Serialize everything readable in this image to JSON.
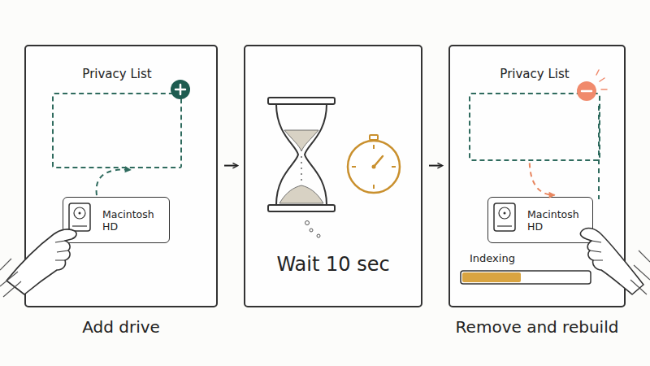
{
  "diagram": {
    "nodes": [
      {
        "text": [
          "Add drive"
        ]
      },
      {
        "text": [
          "Privacy List"
        ],
        "in": 0
      },
      {
        "text": [
          "Macintosh HD"
        ],
        "in": 0
      },
      {
        "text": [
          "Wait 10 sec"
        ]
      },
      {
        "text": [
          "Remove and rebuild"
        ]
      },
      {
        "text": [
          "Privacy List"
        ],
        "in": 4
      },
      {
        "text": [
          "Macintosh HD"
        ],
        "in": 4
      }
    ],
    "edges": [
      {
        "from": 0,
        "to": 3,
        "arrow": "to"
      },
      {
        "from": 3,
        "to": 4,
        "arrow": "to"
      },
      {
        "from": 2,
        "to": 1,
        "arrow": "to"
      },
      {
        "from": 5,
        "to": 6,
        "arrow": "to"
      }
    ],
    "labels": [
      "Indexing"
    ]
  }
}
